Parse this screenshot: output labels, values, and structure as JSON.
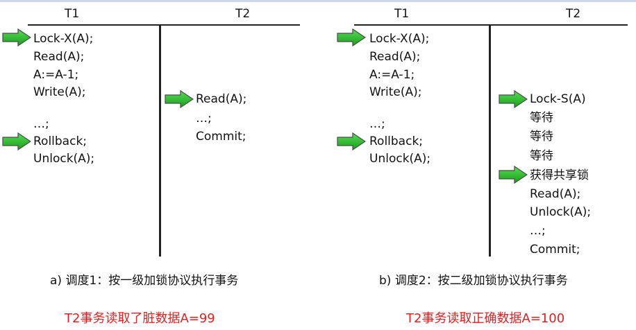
{
  "panel_a": {
    "t1_header": "T1",
    "t2_header": "T2",
    "t1_ops": [
      "Lock-X(A);",
      "Read(A);",
      "A:=A-1;",
      "Write(A);",
      "…;",
      "Rollback;",
      "Unlock(A);"
    ],
    "t2_ops": [
      "Read(A);",
      "…;",
      "Commit;"
    ],
    "caption": "a) 调度1：按一级加锁协议执行事务",
    "result": "T2事务读取了脏数据A=99"
  },
  "panel_b": {
    "t1_header": "T1",
    "t2_header": "T2",
    "t1_ops": [
      "Lock-X(A);",
      "Read(A);",
      "A:=A-1;",
      "Write(A);",
      "…;",
      "Rollback;",
      "Unlock(A);"
    ],
    "t2_ops": [
      "Lock-S(A)",
      "等待",
      "等待",
      "等待",
      "获得共享锁",
      "Read(A);",
      "Unlock(A);",
      "…;",
      "Commit;"
    ],
    "caption": "b) 调度2：按二级加锁协议执行事务",
    "result": "T2事务读取正确数据A=100"
  },
  "colors": {
    "arrow": "#22bb22",
    "arrow_outline": "#4a4a4a",
    "result_text": "#e02020",
    "lines": "#222222"
  }
}
